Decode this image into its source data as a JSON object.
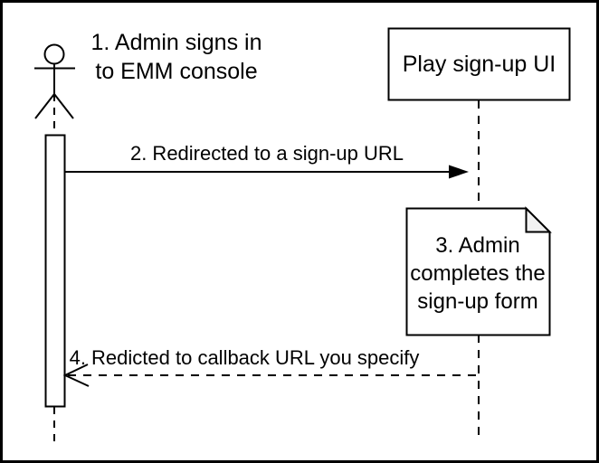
{
  "diagram": {
    "type": "sequence-diagram",
    "actor": {
      "icon": "actor-stick-figure",
      "label_line1": "1. Admin signs in",
      "label_line2": "to EMM console"
    },
    "participant": {
      "label": "Play sign-up UI"
    },
    "messages": [
      {
        "number": "2",
        "label": "2. Redirected to a sign-up URL",
        "style": "solid",
        "arrowhead": "filled",
        "direction": "right"
      },
      {
        "number": "4",
        "label": "4. Redicted to callback URL you specify",
        "style": "dashed",
        "arrowhead": "open",
        "direction": "left"
      }
    ],
    "note": {
      "icon": "note-with-folded-corner",
      "line1": "3. Admin",
      "line2": "completes the",
      "line3": "sign-up form"
    },
    "colors": {
      "stroke": "#000000",
      "background": "#FFFFFF",
      "note_fold": "#F2F2F2"
    }
  }
}
